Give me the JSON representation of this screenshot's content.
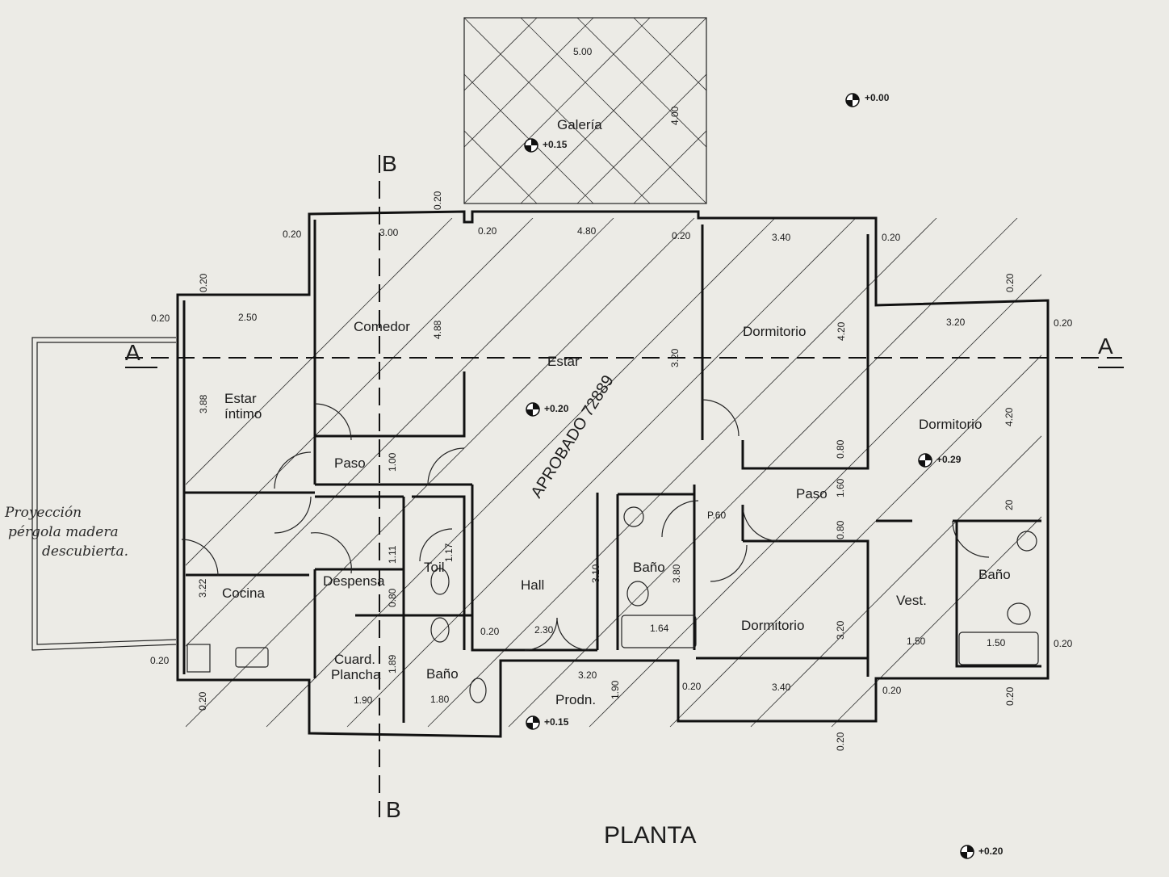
{
  "title": "PLANTA",
  "stamp": "APROBADO 72889",
  "sections": {
    "a_left": "A",
    "a_right": "A",
    "b_top": "B",
    "b_bottom": "B"
  },
  "handwritten_note": [
    "Proyección",
    "pérgola madera",
    "descubierta."
  ],
  "rooms": {
    "galeria": "Galería",
    "comedor": "Comedor",
    "estar": "Estar",
    "estar_intimo_1": "Estar",
    "estar_intimo_2": "íntimo",
    "paso_left": "Paso",
    "cocina": "Cocina",
    "despensa": "Despensa",
    "toil": "Toil",
    "cuard_1": "Cuard.",
    "cuard_2": "Plancha",
    "bano_small": "Baño",
    "hall": "Hall",
    "prodn": "Prodn.",
    "bano_center": "Baño",
    "dormitorio_top": "Dormitorio",
    "dormitorio_bottom": "Dormitorio",
    "paso_right": "Paso",
    "dormitorio_right": "Dormitorio",
    "vest": "Vest.",
    "bano_right": "Baño"
  },
  "levels": {
    "ext_top": "+0.00",
    "galeria": "+0.15",
    "estar": "+0.20",
    "dormitorio": "+0.29",
    "prodn": "+0.15",
    "ext_bottom": "+0.20"
  },
  "dims": {
    "d1": "5.00",
    "d2": "4.00",
    "d3": "0.20",
    "d4": "0.20",
    "d5": "3.00",
    "d6": "0.20",
    "d7": "4.80",
    "d8": "0.20",
    "d9": "3.40",
    "d10": "0.20",
    "d11": "0.20",
    "d12": "0.20",
    "d13": "2.50",
    "d14": "4.88",
    "d15": "3.20",
    "d16": "4.20",
    "d17": "0.20",
    "d18": "3.20",
    "d19": "0.20",
    "d20": "3.88",
    "d21": "4.20",
    "d22": "1.00",
    "d23": "0.80",
    "d24": "1.60",
    "d25": "0.80",
    "d26": "P.60",
    "d27": "1.11",
    "d28": "0.80",
    "d29": "1.17",
    "d30": "3.22",
    "d31": "3.10",
    "d32": "3.80",
    "d33": "0.20",
    "d34": "2.30",
    "d35": "1.64",
    "d36": "3.20",
    "d37": "1.50",
    "d38": "1.50",
    "d39": "0.20",
    "d40": "0.20",
    "d41": "1.89",
    "d42": "3.20",
    "d43": "1.90",
    "d44": "0.20",
    "d45": "3.40",
    "d46": "0.20",
    "d47": "0.20",
    "d48": "1.90",
    "d49": "1.80",
    "d50": "0.20",
    "d51": "0.20",
    "d52": "20"
  }
}
